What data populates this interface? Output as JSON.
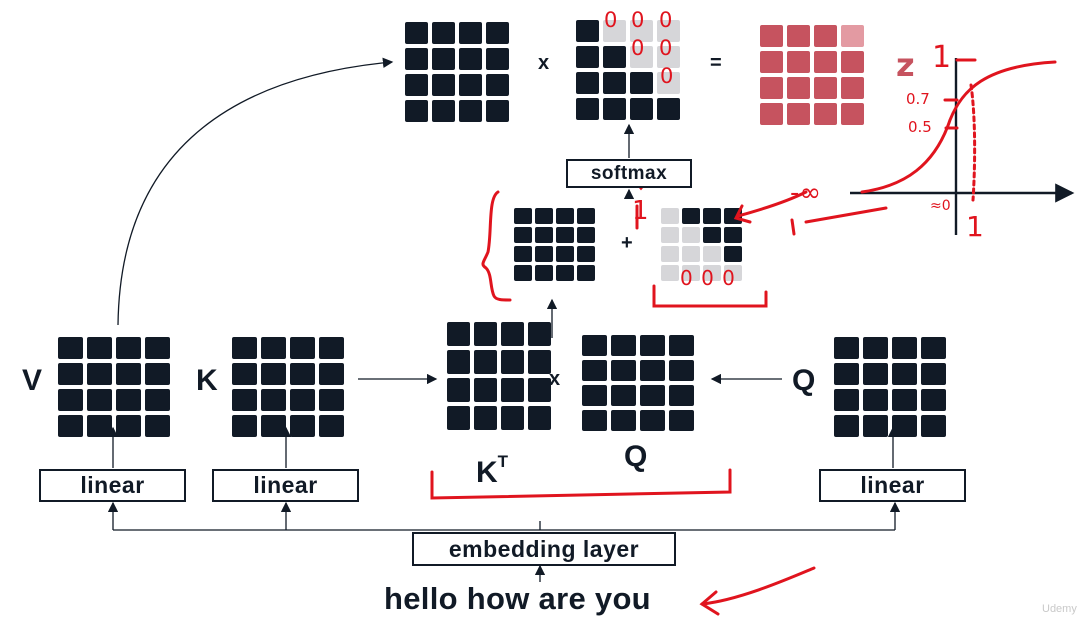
{
  "matrix_labels": {
    "v": "V",
    "k": "K",
    "kt": "K",
    "kt_superscript": "T",
    "q_input": "Q",
    "q_product": "Q"
  },
  "operators": {
    "multiply_top": "x",
    "equals_top": "=",
    "multiply_middle": "x",
    "plus": "+"
  },
  "boxes": {
    "softmax": "softmax",
    "linear_v": "linear",
    "linear_k": "linear",
    "linear_q": "linear",
    "embedding": "embedding layer"
  },
  "input_sentence": "hello how are you",
  "annotations": {
    "z_label": "z",
    "one_top": "1",
    "tick_07": "0.7",
    "tick_05": "0.5",
    "neg_inf": "-∞",
    "approx_zero": "≈0",
    "one_right": "1",
    "one_softmax": "1",
    "zeros_row": "0 0 0",
    "mask_col_zero": "0",
    "mask_zeros_row1": "0 0",
    "mask_zeros_row2": "0 0",
    "mask_zero_row3": "0"
  },
  "colors": {
    "matrix_dark": "#111a26",
    "matrix_result": "#c6535f",
    "mask_light": "#d6d6d9",
    "pen_red": "#e0141e"
  },
  "watermark": "Udemy"
}
